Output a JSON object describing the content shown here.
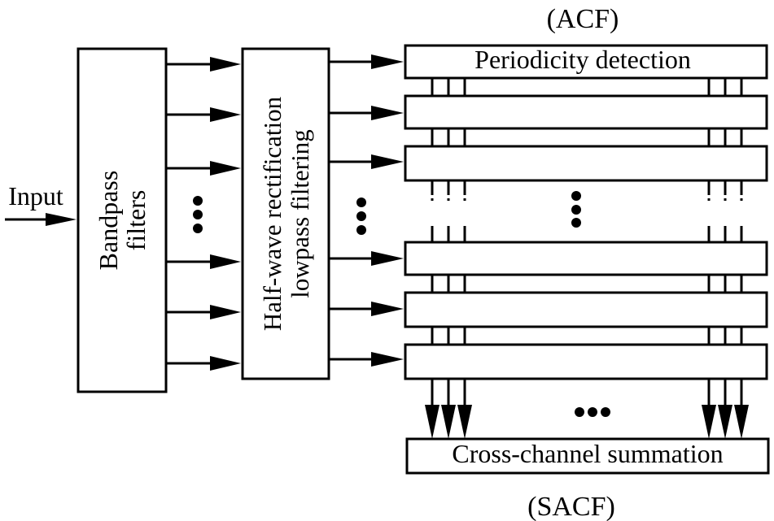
{
  "diagram": {
    "acf_label": "(ACF)",
    "sacf_label": "(SACF)",
    "input_label": "Input",
    "bandpass": {
      "line1": "Bandpass",
      "line2": "filters"
    },
    "rectification": {
      "line1": "Half-wave rectification",
      "line2": "lowpass filtering"
    },
    "periodicity_label": "Periodicity detection",
    "summation_label": "Cross-channel summation"
  }
}
